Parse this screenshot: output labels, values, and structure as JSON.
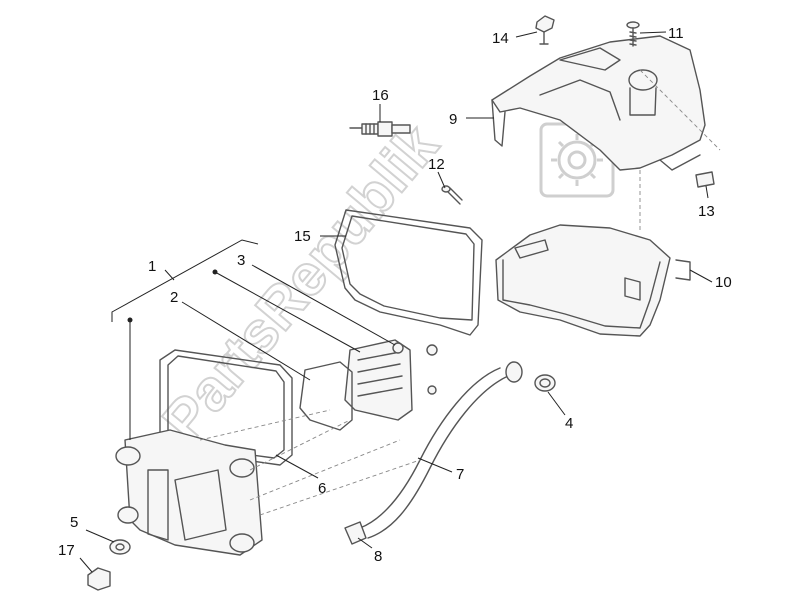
{
  "watermark": {
    "text": "PartsRepublik",
    "logo": "gear-icon"
  },
  "callouts": {
    "c1": "1",
    "c2": "2",
    "c3": "3",
    "c4": "4",
    "c5": "5",
    "c6": "6",
    "c7": "7",
    "c8": "8",
    "c9": "9",
    "c10": "10",
    "c11": "11",
    "c12": "12",
    "c13": "13",
    "c14": "14",
    "c15": "15",
    "c16": "16",
    "c17": "17"
  }
}
